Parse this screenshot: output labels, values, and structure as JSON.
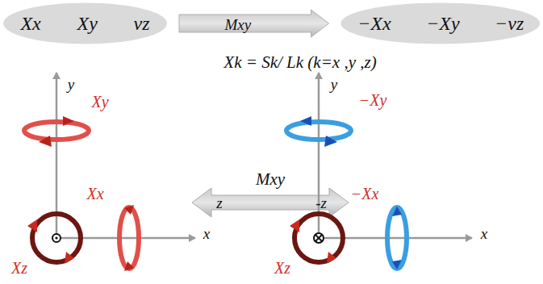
{
  "diagram": {
    "nodes": [
      {
        "text": [
          "Xx",
          "Xy",
          "νz"
        ]
      },
      {
        "text": [
          "−Xx",
          "−Xy",
          "−νz"
        ]
      }
    ],
    "edges": [
      {
        "from": 0,
        "to": 1,
        "arrow": "to",
        "label": "Mxy"
      }
    ],
    "labels": [
      "Xk = Sk/ Lk (k=x ,y ,z)",
      "Mxy",
      "z",
      "-z",
      "y",
      "x",
      "Xy",
      "Xx",
      "Xz",
      "y",
      "x",
      "−Xy",
      "−Xx",
      "Xz"
    ]
  }
}
